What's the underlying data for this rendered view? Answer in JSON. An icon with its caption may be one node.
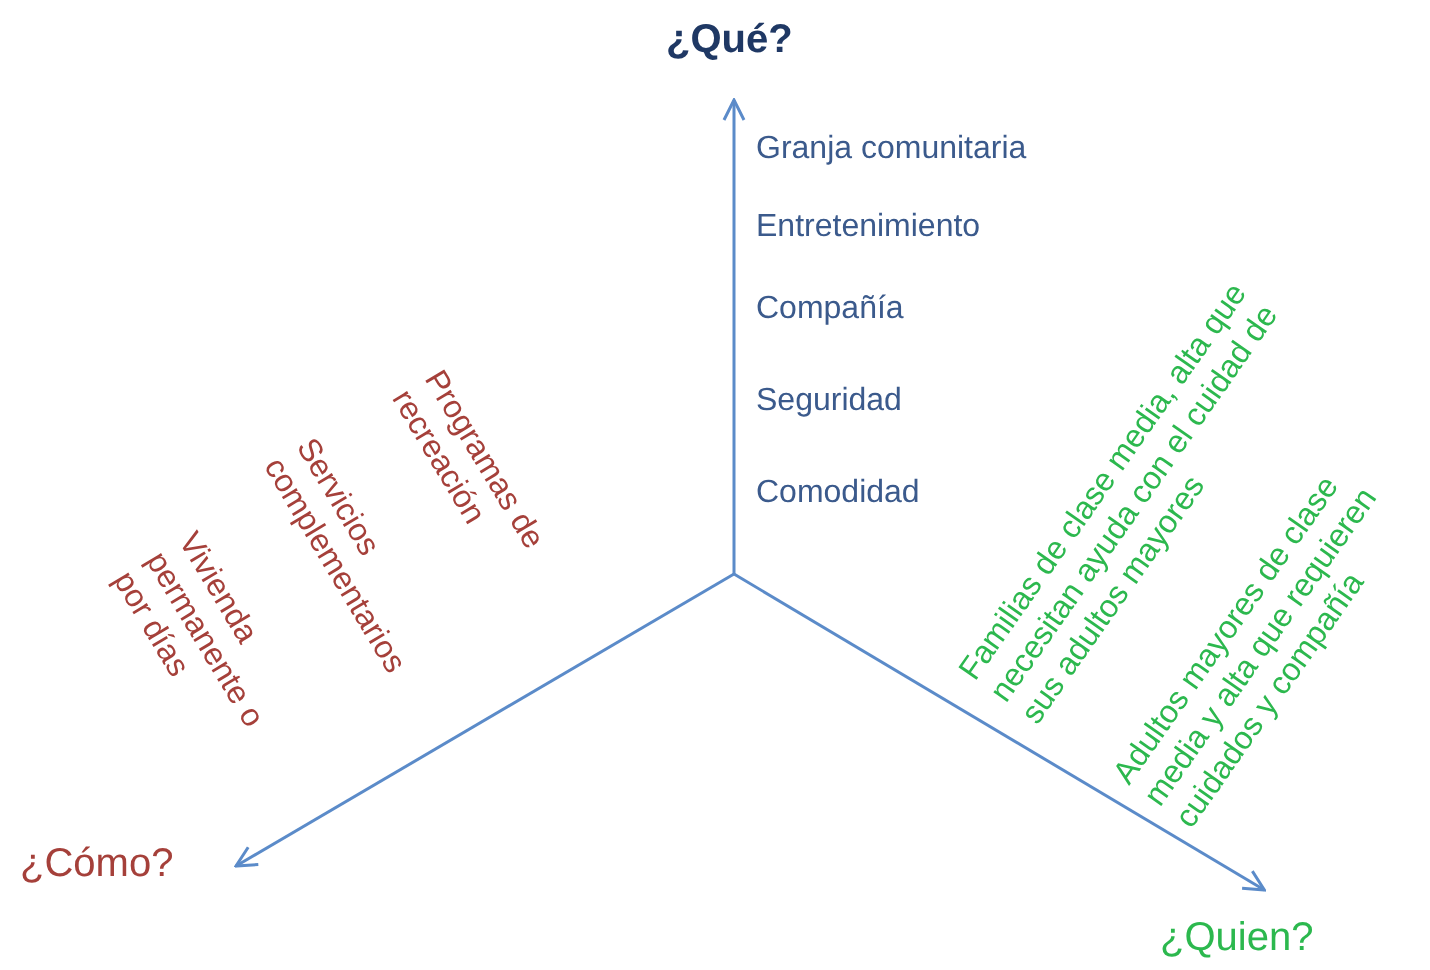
{
  "diagram": {
    "nodes": [
      {
        "text": [
          "¿Qué?"
        ]
      },
      {
        "text": [
          "¿Cómo?"
        ]
      },
      {
        "text": [
          "¿Quien?"
        ]
      }
    ],
    "edges": [
      {
        "from": null,
        "to": 0,
        "arrow": "to"
      },
      {
        "from": null,
        "to": 1,
        "arrow": "to"
      },
      {
        "from": null,
        "to": 2,
        "arrow": "to"
      }
    ],
    "labels": [
      "Granja comunitaria",
      "Entretenimiento",
      "Compañía",
      "Seguridad",
      "Comodidad",
      "Programas de recreación",
      "Servicios complementarios",
      "Vivienda permanente o por días",
      "Familias de clase media, alta que necesitan ayuda con el cuidad de sus adultos mayores",
      "Adultos mayores de clase media y alta que requieren cuidados y compañía"
    ]
  }
}
